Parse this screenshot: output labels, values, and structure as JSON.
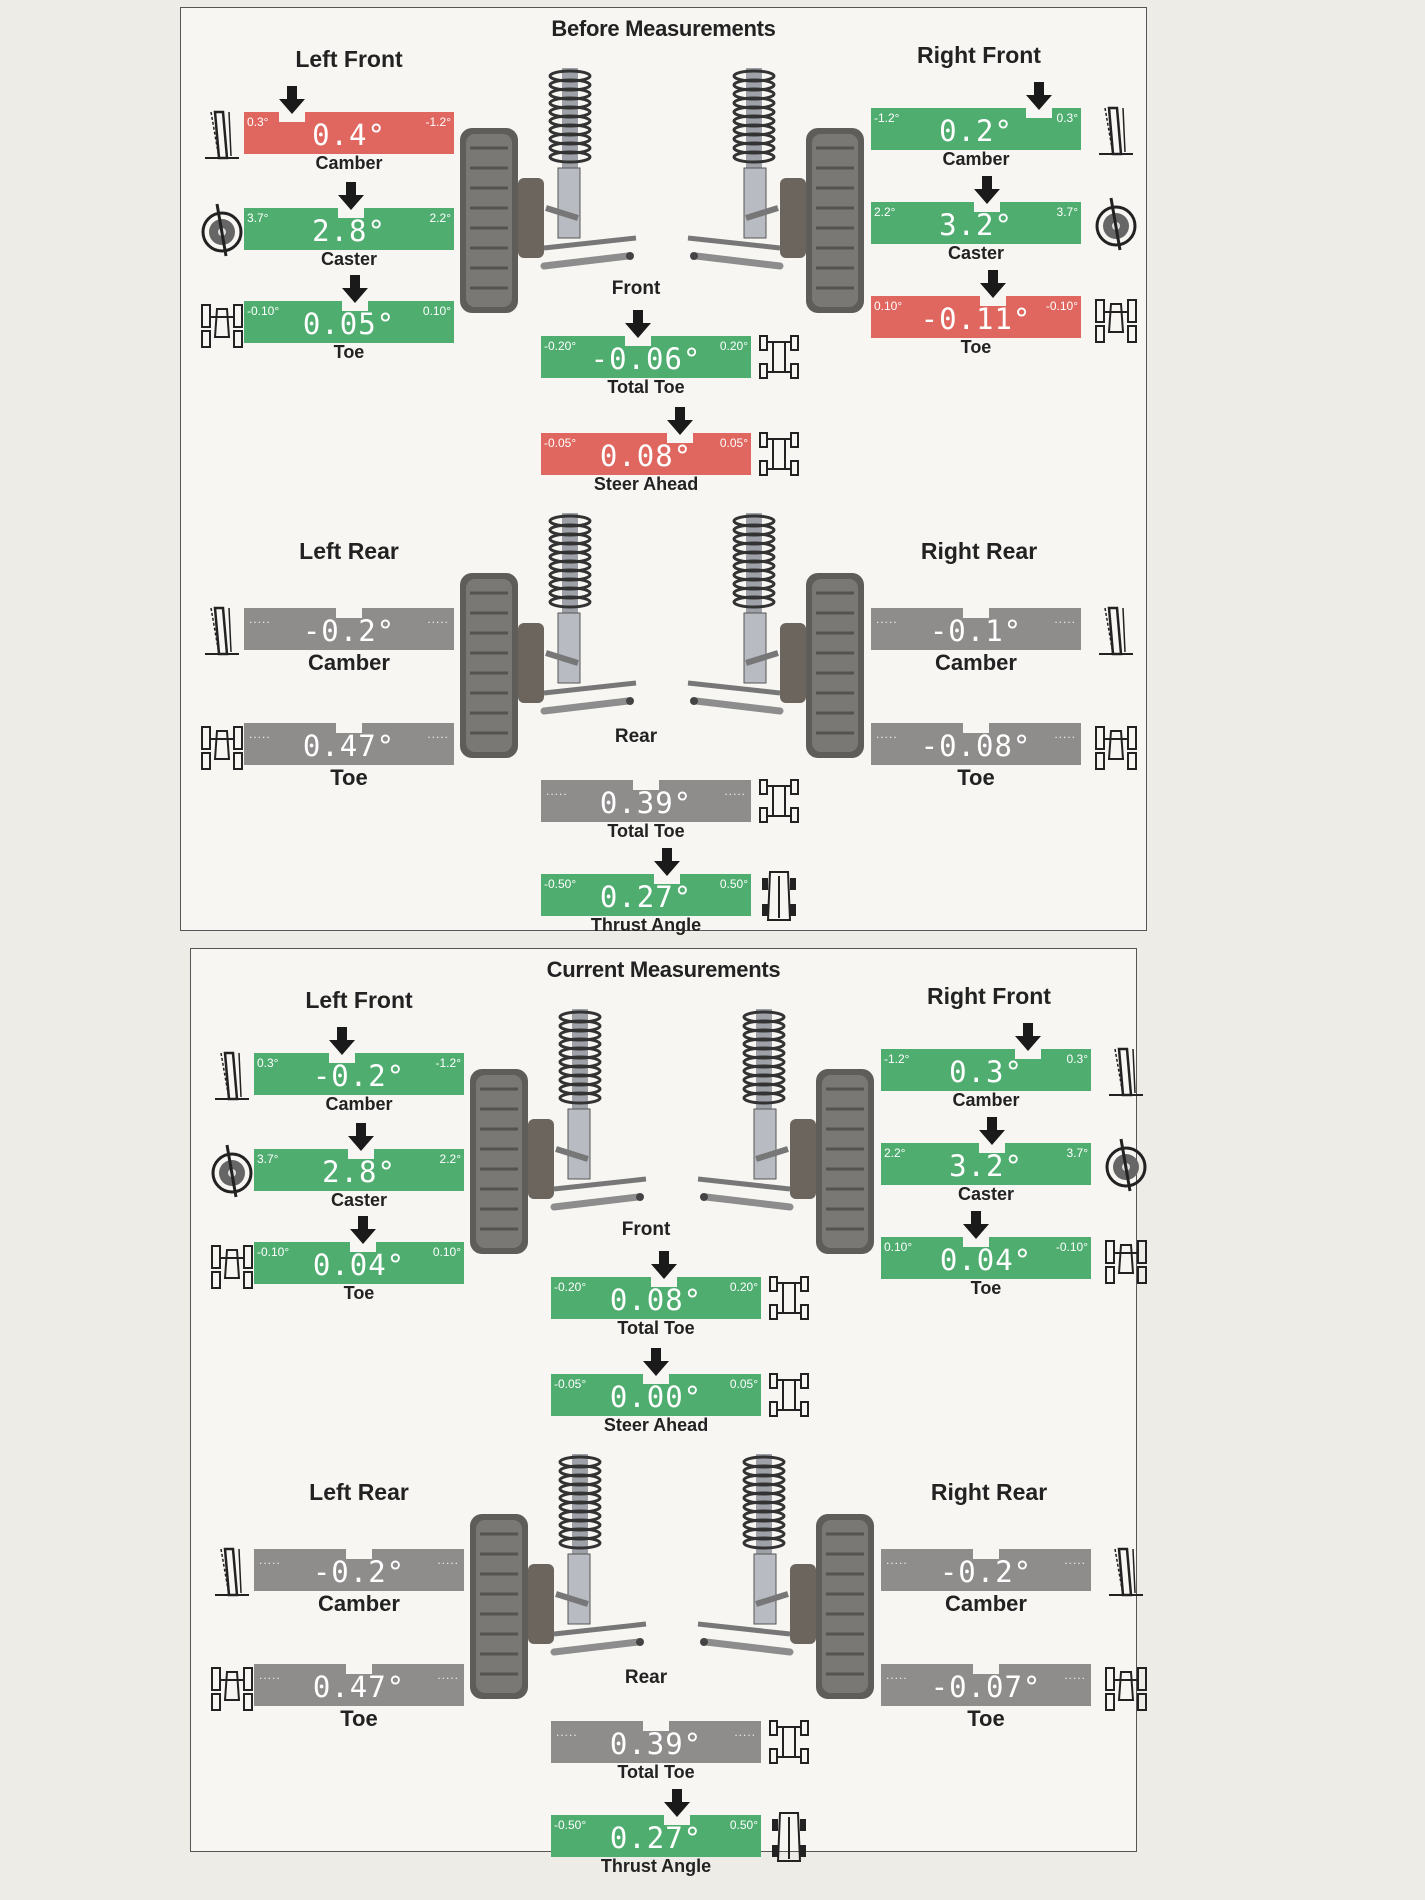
{
  "panels": {
    "before": {
      "title": "Before Measurements"
    },
    "current": {
      "title": "Current Measurements"
    }
  },
  "sections": {
    "left_front": "Left Front",
    "right_front": "Right Front",
    "left_rear": "Left Rear",
    "right_rear": "Right Rear",
    "front": "Front",
    "rear": "Rear"
  },
  "labels": {
    "camber": "Camber",
    "caster": "Caster",
    "toe": "Toe",
    "total_toe": "Total Toe",
    "steer_ahead": "Steer Ahead",
    "thrust_angle": "Thrust Angle"
  },
  "before": {
    "lf_camber": {
      "value": "0.4°",
      "min": "0.3°",
      "max": "-1.2°",
      "status": "red",
      "pointer": 0.23
    },
    "lf_caster": {
      "value": "2.8°",
      "min": "3.7°",
      "max": "2.2°",
      "status": "green",
      "pointer": 0.51
    },
    "lf_toe": {
      "value": "0.05°",
      "min": "-0.10°",
      "max": "0.10°",
      "status": "green",
      "pointer": 0.53
    },
    "rf_camber": {
      "value": "0.2°",
      "min": "-1.2°",
      "max": "0.3°",
      "status": "green",
      "pointer": 0.8
    },
    "rf_caster": {
      "value": "3.2°",
      "min": "2.2°",
      "max": "3.7°",
      "status": "green",
      "pointer": 0.55
    },
    "rf_toe": {
      "value": "-0.11°",
      "min": "0.10°",
      "max": "-0.10°",
      "status": "red",
      "pointer": 0.58
    },
    "total_toe": {
      "value": "-0.06°",
      "min": "-0.20°",
      "max": "0.20°",
      "status": "green",
      "pointer": 0.46
    },
    "steer_ahead": {
      "value": "0.08°",
      "min": "-0.05°",
      "max": "0.05°",
      "status": "red",
      "pointer": 0.66
    },
    "lr_camber": {
      "value": "-0.2°",
      "status": "gray"
    },
    "lr_toe": {
      "value": "0.47°",
      "status": "gray"
    },
    "rr_camber": {
      "value": "-0.1°",
      "status": "gray"
    },
    "rr_toe": {
      "value": "-0.08°",
      "status": "gray"
    },
    "rear_total_toe": {
      "value": "0.39°",
      "status": "gray"
    },
    "thrust_angle": {
      "value": "0.27°",
      "min": "-0.50°",
      "max": "0.50°",
      "status": "green",
      "pointer": 0.6
    }
  },
  "current": {
    "lf_camber": {
      "value": "-0.2°",
      "min": "0.3°",
      "max": "-1.2°",
      "status": "green",
      "pointer": 0.42
    },
    "lf_caster": {
      "value": "2.8°",
      "min": "3.7°",
      "max": "2.2°",
      "status": "green",
      "pointer": 0.51
    },
    "lf_toe": {
      "value": "0.04°",
      "min": "-0.10°",
      "max": "0.10°",
      "status": "green",
      "pointer": 0.52
    },
    "rf_camber": {
      "value": "0.3°",
      "min": "-1.2°",
      "max": "0.3°",
      "status": "green",
      "pointer": 0.7
    },
    "rf_caster": {
      "value": "3.2°",
      "min": "2.2°",
      "max": "3.7°",
      "status": "green",
      "pointer": 0.53
    },
    "rf_toe": {
      "value": "0.04°",
      "min": "0.10°",
      "max": "-0.10°",
      "status": "green",
      "pointer": 0.45
    },
    "total_toe": {
      "value": "0.08°",
      "min": "-0.20°",
      "max": "0.20°",
      "status": "green",
      "pointer": 0.54
    },
    "steer_ahead": {
      "value": "0.00°",
      "min": "-0.05°",
      "max": "0.05°",
      "status": "green",
      "pointer": 0.5
    },
    "lr_camber": {
      "value": "-0.2°",
      "status": "gray"
    },
    "lr_toe": {
      "value": "0.47°",
      "status": "gray"
    },
    "rr_camber": {
      "value": "-0.2°",
      "status": "gray"
    },
    "rr_toe": {
      "value": "-0.07°",
      "status": "gray"
    },
    "rear_total_toe": {
      "value": "0.39°",
      "status": "gray"
    },
    "thrust_angle": {
      "value": "0.27°",
      "min": "-0.50°",
      "max": "0.50°",
      "status": "green",
      "pointer": 0.6
    }
  },
  "colors": {
    "green": "#4fae6f",
    "red": "#e0675f",
    "gray": "#8f8c8c"
  },
  "icons": {
    "camber": "camber-wheel-icon",
    "caster": "caster-wheel-icon",
    "toe": "toe-axle-icon",
    "total_toe": "total-toe-car-icon",
    "thrust": "thrust-car-icon"
  }
}
